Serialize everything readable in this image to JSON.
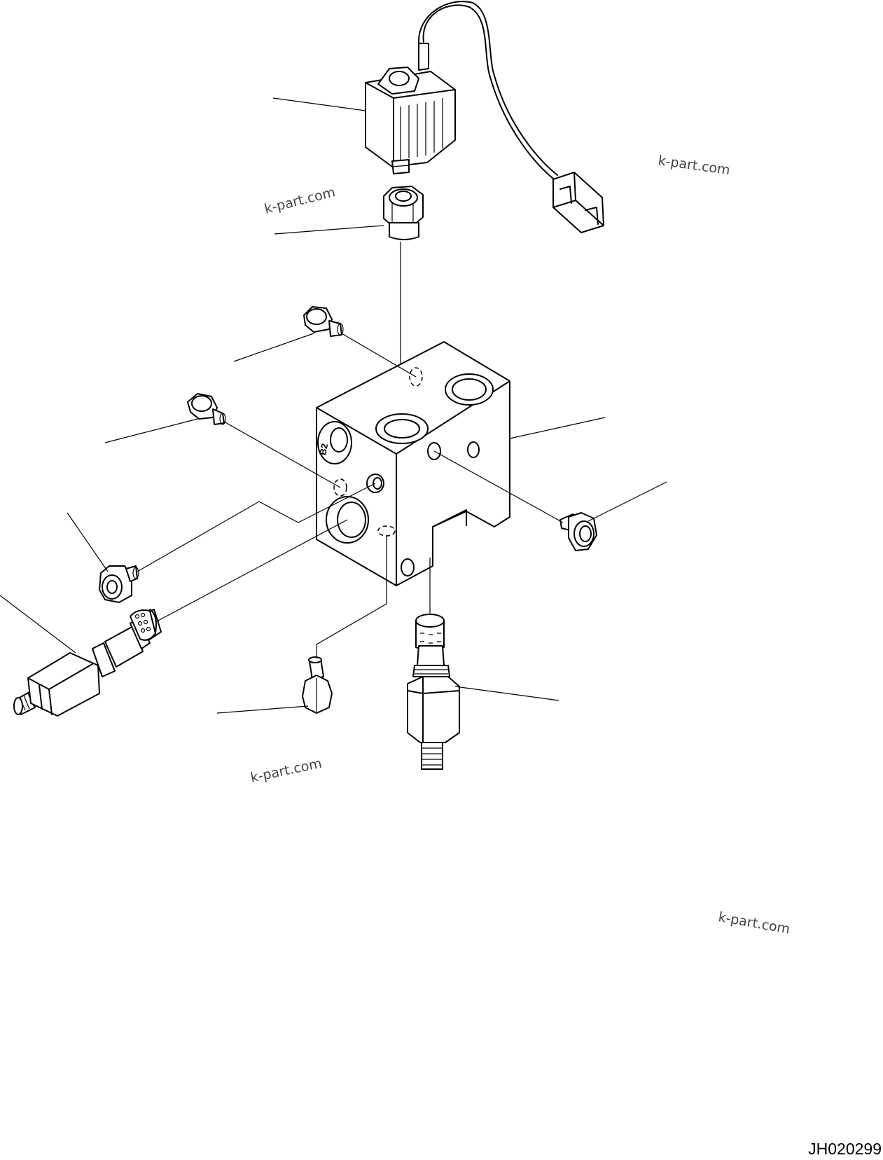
{
  "drawing": {
    "code": "JH020299",
    "port_label": "B2"
  },
  "watermarks": [
    "k-part.com",
    "k-part.com",
    "k-part.com",
    "k-part.com"
  ],
  "parts": [
    {
      "name": "solenoid-coil-with-wire-and-connector"
    },
    {
      "name": "solenoid-nut"
    },
    {
      "name": "plug-upper"
    },
    {
      "name": "plug-left"
    },
    {
      "name": "valve-block"
    },
    {
      "name": "plug-right"
    },
    {
      "name": "plug-lower-left"
    },
    {
      "name": "relief-valve-left"
    },
    {
      "name": "plug-bottom"
    },
    {
      "name": "relief-valve-bottom"
    }
  ]
}
